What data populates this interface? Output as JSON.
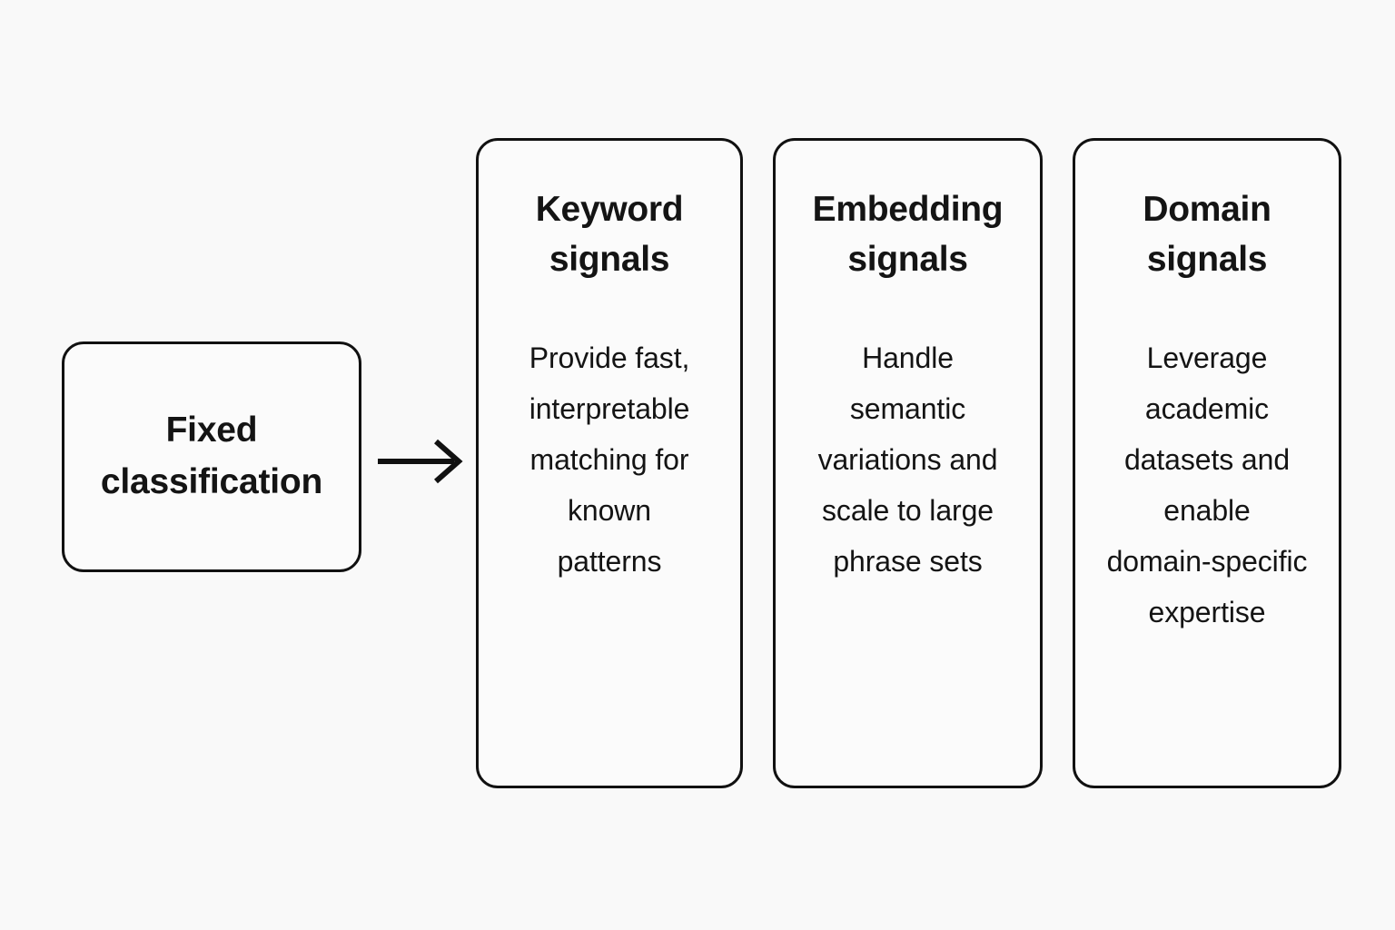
{
  "diagram": {
    "background_color": "#f9f9f9",
    "stroke_color": "#111111",
    "text_color": "#141414",
    "source": {
      "label": "Fixed\nclassification"
    },
    "connector": {
      "icon": "arrow-right-icon",
      "from": "Fixed classification",
      "to": "Keyword signals"
    },
    "cards": [
      {
        "id": "keyword-signals",
        "title": "Keyword\nsignals",
        "body": "Provide fast,\ninterpretable\nmatching for\nknown\npatterns"
      },
      {
        "id": "embedding-signals",
        "title": "Embedding\nsignals",
        "body": "Handle\nsemantic\nvariations and\nscale to large\nphrase sets"
      },
      {
        "id": "domain-signals",
        "title": "Domain\nsignals",
        "body": "Leverage\nacademic\ndatasets and\nenable\ndomain-specific\nexpertise"
      }
    ]
  }
}
